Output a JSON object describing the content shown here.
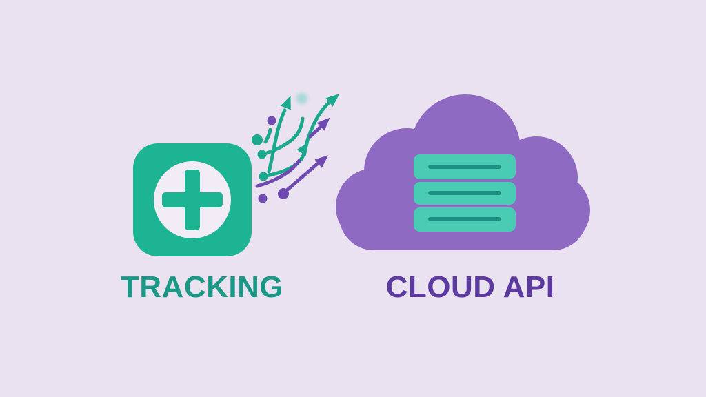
{
  "illustration": {
    "background_color": "#eae2f0",
    "tracking": {
      "label": "TRACKING",
      "label_color": "#1a9886",
      "icon": "plus-tracker-icon",
      "icon_color": "#1cb493",
      "icon_inner_circle_color": "#f2ecf6"
    },
    "flow": {
      "icon": "data-flow-arrows",
      "teal_color": "#1aa98c",
      "purple_color": "#6f4ab0",
      "blur_dot_color": "#6ed0c5",
      "direction": "up-right"
    },
    "cloud_api": {
      "label": "CLOUD API",
      "label_color": "#5c3aa0",
      "icon": "cloud-server-icon",
      "cloud_color": "#8f6ac2",
      "server_bar_color": "#4accb4",
      "server_line_color": "#1e9083",
      "server_bars": 3
    }
  }
}
